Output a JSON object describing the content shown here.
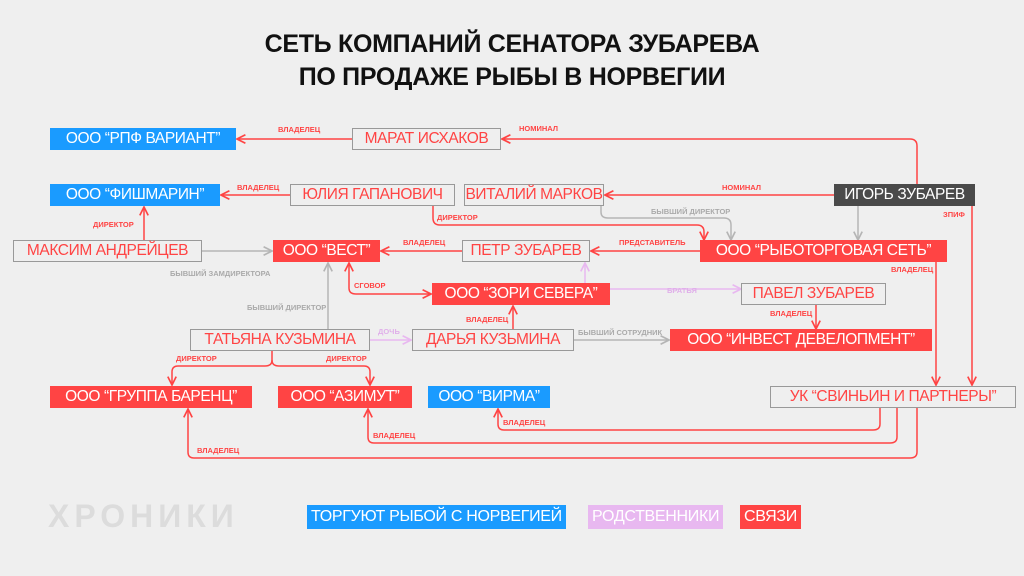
{
  "title": {
    "line1": "СЕТЬ КОМПАНИЙ СЕНАТОРА ЗУБАРЕВА",
    "line2": "ПО ПРОДАЖЕ РЫБЫ В НОРВЕГИИ"
  },
  "nodes": {
    "rpf_variant": "ООО “РПФ ВАРИАНТ”",
    "marat": "МАРАТ ИСХАКОВ",
    "fishmarin": "ООО “ФИШМАРИН”",
    "yulia": "ЮЛИЯ ГАПАНОВИЧ",
    "vitaly": "ВИТАЛИЙ МАРКОВ",
    "igor": "ИГОРЬ ЗУБАРЕВ",
    "maksim": "МАКСИМ АНДРЕЙЦЕВ",
    "vest": "ООО “ВЕСТ”",
    "petr": "ПЕТР ЗУБАРЕВ",
    "rybotorg": "ООО “РЫБОТОРГОВАЯ СЕТЬ”",
    "zori": "ООО “ЗОРИ СЕВЕРА”",
    "pavel": "ПАВЕЛ ЗУБАРЕВ",
    "tatyana": "ТАТЬЯНА КУЗЬМИНА",
    "darya": "ДАРЬЯ КУЗЬМИНА",
    "invest": "ООО “ИНВЕСТ ДЕВЕЛОПМЕНТ”",
    "barents": "ООО “ГРУППА БАРЕНЦ”",
    "azimut": "ООО “АЗИМУТ”",
    "virma": "ООО “ВИРМА”",
    "uk": "УК “СВИНЬИН И ПАРТНЕРЫ”"
  },
  "edges": {
    "marat_rpf": "ВЛАДЕЛЕЦ",
    "igor_marat": "НОМИНАЛ",
    "igor_vitaly": "НОМИНАЛ",
    "yulia_fish": "ВЛАДЕЛЕЦ",
    "maksim_fish": "ДИРЕКТОР",
    "maksim_vest": "БЫВШИЙ ЗАМДИРЕКТОРА",
    "petr_vest": "ВЛАДЕЛЕЦ",
    "ryb_petr": "ПРЕДСТАВИТЕЛЬ",
    "yulia_ryb": "ДИРЕКТОР",
    "vitaly_ryb": "БЫВШИЙ ДИРЕКТОР",
    "igor_uk": "ЗПИФ",
    "ryb_uk": "ВЛАДЕЛЕЦ",
    "brothers": "БРАТЬЯ",
    "vest_zori": "СГОВОР",
    "tat_vest": "БЫВШИЙ ДИРЕКТОР",
    "tat_darya": "ДОЧЬ",
    "darya_zori": "ВЛАДЕЛЕЦ",
    "darya_invest": "БЫВШИЙ СОТРУДНИК",
    "pavel_invest": "ВЛАДЕЛЕЦ",
    "tat_barents": "ДИРЕКТОР",
    "tat_azimut": "ДИРЕКТОР",
    "uk_virma": "ВЛАДЕЛЕЦ",
    "uk_azimut": "ВЛАДЕЛЕЦ",
    "uk_barents": "ВЛАДЕЛЕЦ"
  },
  "footer": {
    "logo": "ХРОНИКИ",
    "legend": [
      {
        "label": "ТОРГУЮТ РЫБОЙ С НОРВЕГИЕЙ",
        "color": "#1a9bff"
      },
      {
        "label": "РОДСТВЕННИКИ",
        "color": "#e8b8f0"
      },
      {
        "label": "СВЯЗИ",
        "color": "#ff4444"
      }
    ]
  }
}
